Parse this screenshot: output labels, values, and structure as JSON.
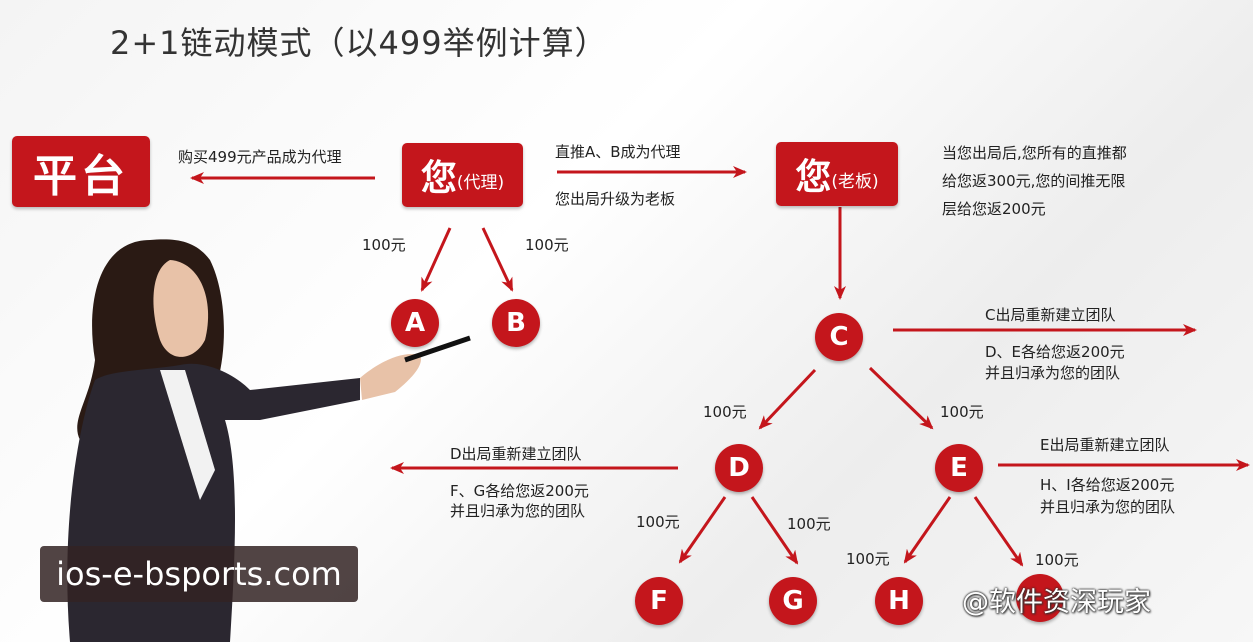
{
  "title": "2+1链动模式（以499举例计算）",
  "platform": "平台",
  "you_agent": {
    "main": "您",
    "role": "(代理)"
  },
  "you_boss": {
    "main": "您",
    "role": "(老板)"
  },
  "labels": {
    "buy": "购买499元产品成为代理",
    "direct": "直推A、B成为代理",
    "upgrade": "您出局升级为老板",
    "boss_desc": [
      "当您出局后,您所有的直推都",
      "给您返300元,您的间推无限",
      "层给您返200元"
    ],
    "c_out": "C出局重新建立团队",
    "c_give": "D、E各给您返200元",
    "c_inherit": "并且归承为您的团队",
    "d_out": "D出局重新建立团队",
    "d_give": "F、G各给您返200元",
    "d_inherit": "并且归承为您的团队",
    "e_out": "E出局重新建立团队",
    "e_give": "H、I各给您返200元",
    "e_inherit": "并且归承为您的团队",
    "amount": "100元"
  },
  "nodes": [
    "A",
    "B",
    "C",
    "D",
    "E",
    "F",
    "G",
    "H"
  ],
  "watermark": "ios-e-bsports.com",
  "credit": "@软件资深玩家",
  "colors": {
    "accent": "#c4161c"
  }
}
